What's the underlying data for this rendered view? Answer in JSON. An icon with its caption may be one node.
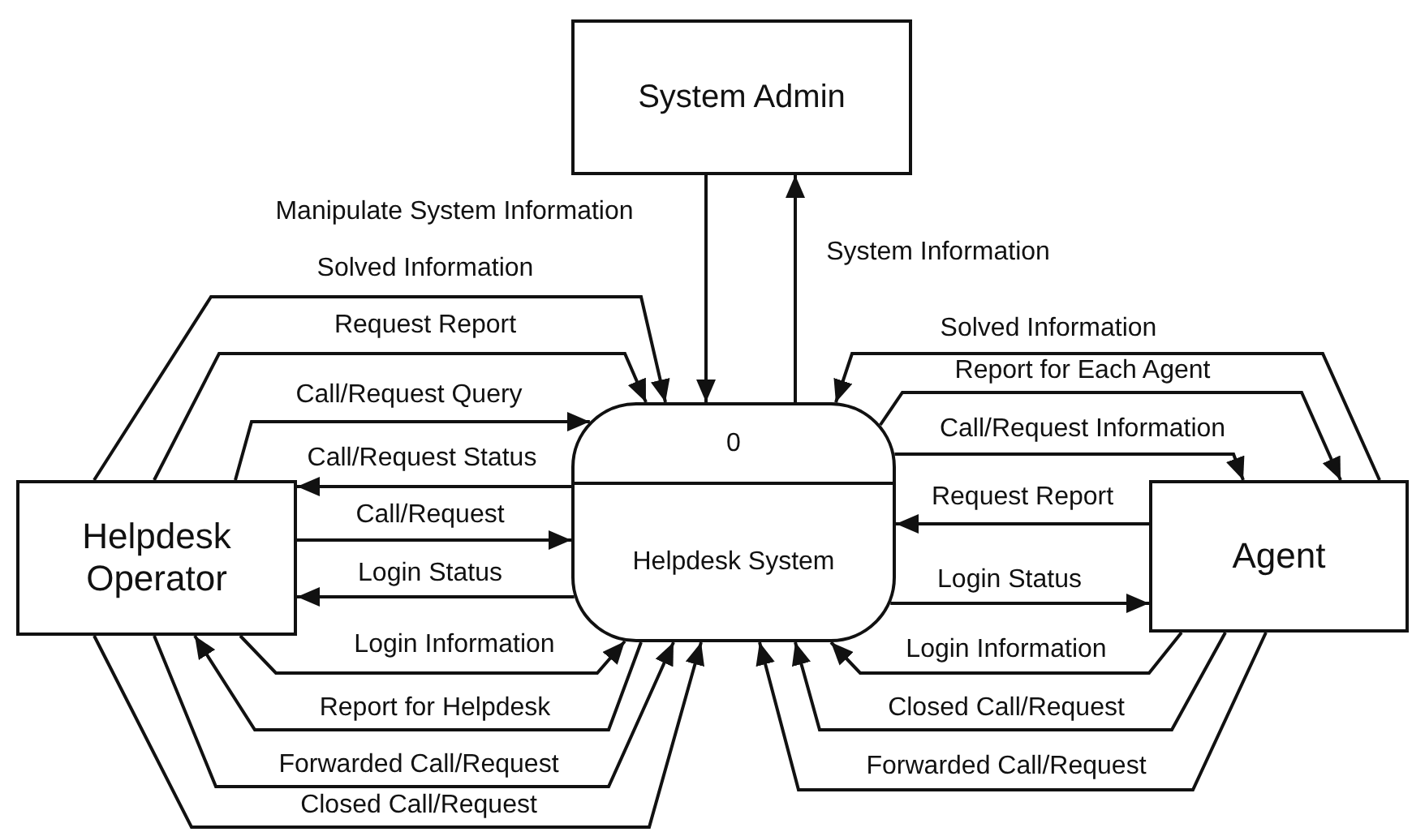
{
  "diagram": {
    "nodes": [
      {
        "text": [
          "System Admin"
        ]
      },
      {
        "text": [
          "0",
          "Helpdesk System"
        ]
      },
      {
        "text": [
          "Helpdesk Operator"
        ]
      },
      {
        "text": [
          "Agent"
        ]
      }
    ],
    "edges": [
      {
        "from": 0,
        "to": 1,
        "arrow": "to",
        "label": "Manipulate System Information"
      },
      {
        "from": 1,
        "to": 0,
        "arrow": "to",
        "label": "System Information"
      },
      {
        "from": 2,
        "to": 1,
        "arrow": "to",
        "label": "Solved Information"
      },
      {
        "from": 2,
        "to": 1,
        "arrow": "to",
        "label": "Request Report"
      },
      {
        "from": 2,
        "to": 1,
        "arrow": "to",
        "label": "Call/Request Query"
      },
      {
        "from": 1,
        "to": 2,
        "arrow": "to",
        "label": "Call/Request Status"
      },
      {
        "from": 2,
        "to": 1,
        "arrow": "to",
        "label": "Call/Request"
      },
      {
        "from": 1,
        "to": 2,
        "arrow": "to",
        "label": "Login Status"
      },
      {
        "from": 2,
        "to": 1,
        "arrow": "to",
        "label": "Login Information"
      },
      {
        "from": 1,
        "to": 2,
        "arrow": "to",
        "label": "Report for Helpdesk"
      },
      {
        "from": 2,
        "to": 1,
        "arrow": "to",
        "label": "Forwarded Call/Request"
      },
      {
        "from": 2,
        "to": 1,
        "arrow": "to",
        "label": "Closed Call/Request"
      },
      {
        "from": 3,
        "to": 1,
        "arrow": "to",
        "label": "Solved Information"
      },
      {
        "from": 1,
        "to": 3,
        "arrow": "to",
        "label": "Report for Each Agent"
      },
      {
        "from": 1,
        "to": 3,
        "arrow": "to",
        "label": "Call/Request Information"
      },
      {
        "from": 3,
        "to": 1,
        "arrow": "to",
        "label": "Request Report"
      },
      {
        "from": 1,
        "to": 3,
        "arrow": "to",
        "label": "Login Status"
      },
      {
        "from": 3,
        "to": 1,
        "arrow": "to",
        "label": "Login Information"
      },
      {
        "from": 3,
        "to": 1,
        "arrow": "to",
        "label": "Closed Call/Request"
      },
      {
        "from": 3,
        "to": 1,
        "arrow": "to",
        "label": "Forwarded Call/Request"
      }
    ]
  }
}
